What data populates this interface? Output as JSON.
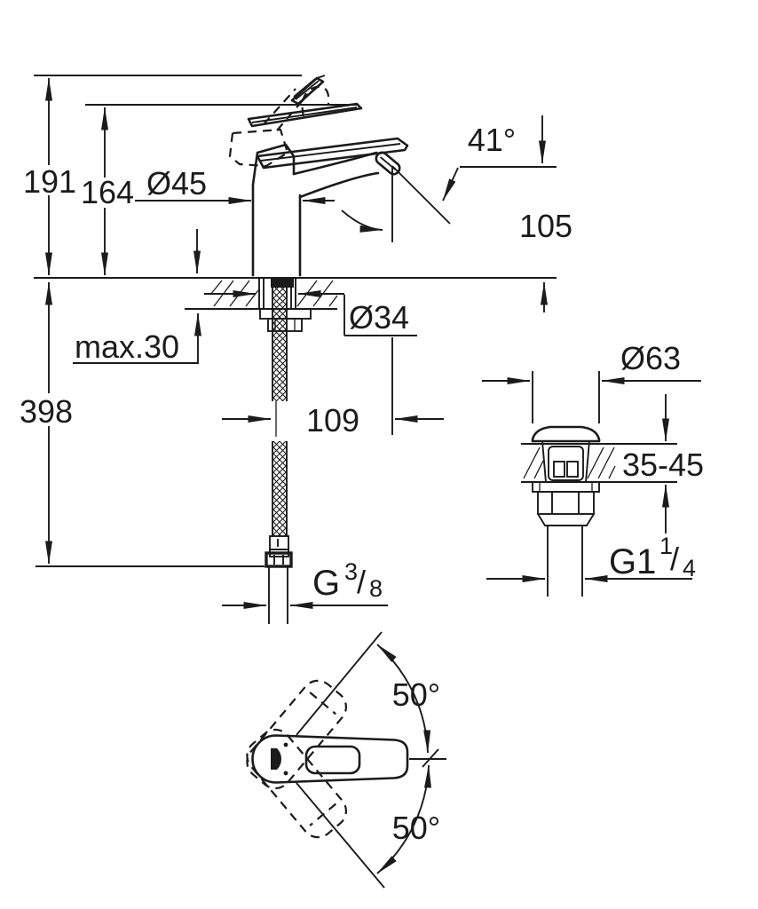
{
  "meta": {
    "description": "Technical dimension drawing of a single-lever basin mixer faucet with flexible supply hose and push-open pop-up waste",
    "line_color": "#1b1b1b",
    "background_color": "#ffffff"
  },
  "side_view": {
    "height_overall": "191",
    "height_lever_open": "164",
    "body_diameter": "Ø45",
    "lever_angle": "41°",
    "spout_height": "105",
    "deck_thickness_max": "max.30",
    "tap_hole_diameter": "Ø34",
    "hose_length": "398",
    "spout_reach": "109",
    "supply_thread": {
      "prefix": "G",
      "numerator": "3",
      "slash": "/",
      "denominator": "8"
    }
  },
  "waste_view": {
    "cap_diameter": "Ø63",
    "deck_thickness_range": "35-45",
    "waste_thread": {
      "prefix": "G1",
      "numerator": "1",
      "slash": "/",
      "denominator": "4"
    }
  },
  "top_view": {
    "swing_angle_up": "50°",
    "swing_angle_down": "50°"
  }
}
